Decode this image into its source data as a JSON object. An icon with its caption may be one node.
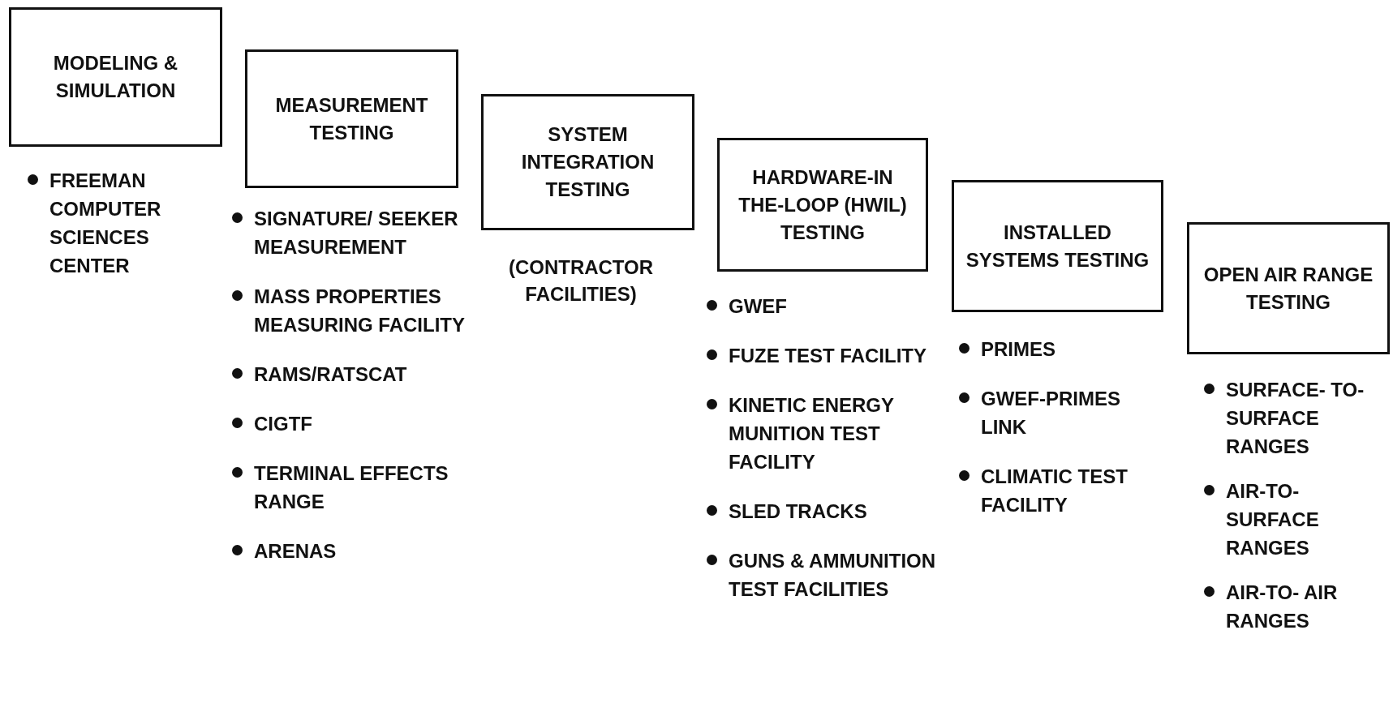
{
  "diagram": {
    "nodes": [
      {
        "text": [
          "MODELING & SIMULATION"
        ],
        "beside": [
          "FREEMAN COMPUTER SCIENCES CENTER"
        ]
      },
      {
        "text": [
          "MEASUREMENT TESTING"
        ],
        "beside": [
          "SIGNATURE/ SEEKER MEASUREMENT",
          "MASS PROPERTIES MEASURING FACILITY",
          "RAMS/RATSCAT",
          "CIGTF",
          "TERMINAL EFFECTS RANGE",
          "ARENAS"
        ]
      },
      {
        "text": [
          "SYSTEM INTEGRATION TESTING"
        ],
        "beside": [
          "(CONTRACTOR FACILITIES)"
        ]
      },
      {
        "text": [
          "HARDWARE-IN THE-LOOP (HWIL) TESTING"
        ],
        "beside": [
          "GWEF",
          "FUZE TEST FACILITY",
          "KINETIC ENERGY MUNITION TEST FACILITY",
          "SLED TRACKS",
          "GUNS & AMMUNITION TEST FACILITIES"
        ]
      },
      {
        "text": [
          "INSTALLED SYSTEMS TESTING"
        ],
        "beside": [
          "PRIMES",
          "GWEF-PRIMES LINK",
          "CLIMATIC TEST FACILITY"
        ]
      },
      {
        "text": [
          "OPEN AIR RANGE TESTING"
        ],
        "beside": [
          "SURFACE- TO- SURFACE RANGES",
          "AIR-TO- SURFACE RANGES",
          "AIR-TO- AIR RANGES"
        ]
      }
    ]
  }
}
